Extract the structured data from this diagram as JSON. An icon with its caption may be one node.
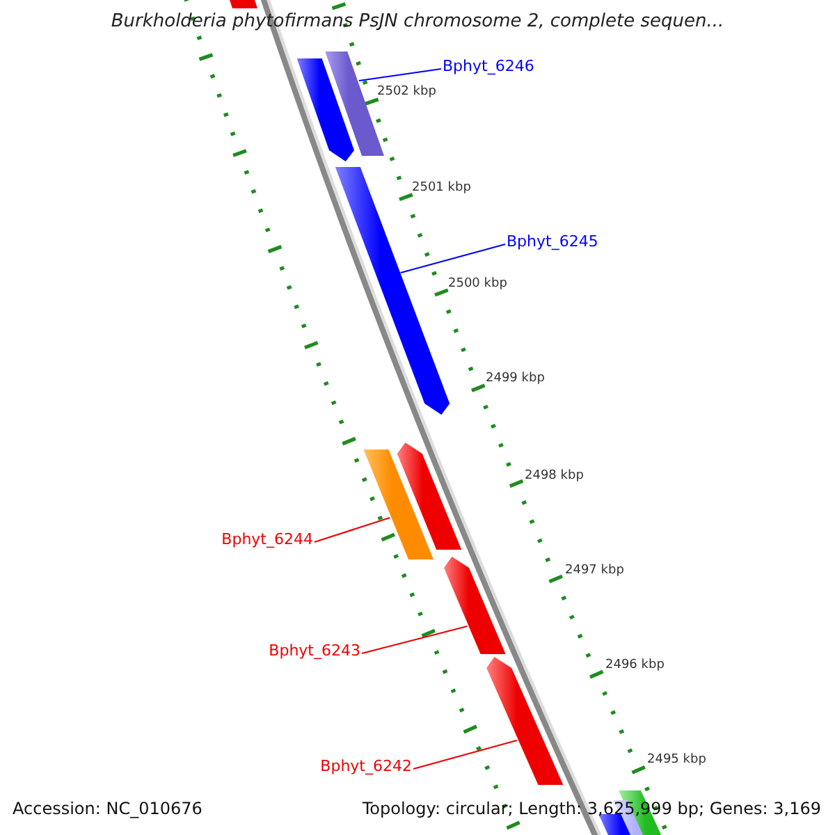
{
  "diagram": {
    "title": "Burkholderia phytofirmans PsJN chromosome 2, complete sequen...",
    "nodes": [
      {
        "text": [],
        "shape": "bar"
      },
      {
        "text": [],
        "shape": "arrow"
      },
      {
        "text": [
          "Bphyt_6246"
        ]
      },
      {
        "text": [],
        "shape": "bar"
      },
      {
        "text": [
          "Bphyt_6245"
        ]
      },
      {
        "text": [],
        "shape": "arrow"
      },
      {
        "text": [],
        "shape": "arrow"
      },
      {
        "text": [],
        "shape": "bar"
      },
      {
        "text": [
          "Bphyt_6244"
        ]
      },
      {
        "text": [
          "Bphyt_6243"
        ]
      },
      {
        "text": [],
        "shape": "arrow"
      },
      {
        "text": [
          "Bphyt_6242"
        ]
      },
      {
        "text": [],
        "shape": "arrow"
      },
      {
        "text": [],
        "shape": "bar"
      },
      {
        "text": [],
        "shape": "bar"
      },
      {
        "text": [],
        "shape": "bar"
      }
    ],
    "edges": [
      {
        "from": 2,
        "to": 3,
        "arrow": "none",
        "color": "#0000ff"
      },
      {
        "from": 4,
        "to": 5,
        "arrow": "none",
        "color": "#0000ff"
      },
      {
        "from": 8,
        "to": 7,
        "arrow": "none"
      },
      {
        "from": 9,
        "to": 10,
        "arrow": "none"
      },
      {
        "from": 11,
        "to": 12,
        "arrow": "none"
      }
    ],
    "labels": [
      "2502 kbp",
      "2501 kbp",
      "2500 kbp",
      "2499 kbp",
      "2498 kbp",
      "2497 kbp",
      "2496 kbp",
      "2495 kbp",
      "Accession: NC_010676",
      "Topology: circular; Length: 3,625,999 bp; Genes: 3,169"
    ]
  }
}
